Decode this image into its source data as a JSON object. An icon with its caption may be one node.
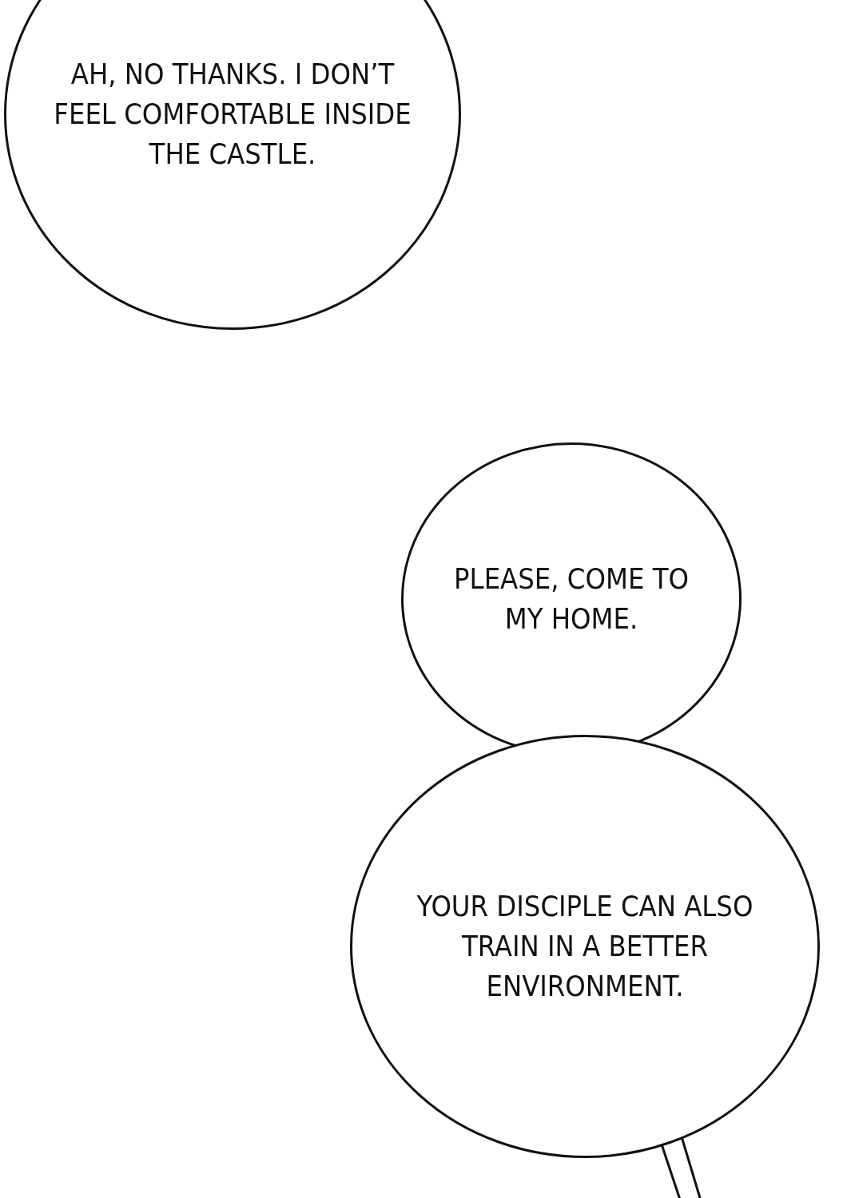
{
  "diagram": {
    "nodes": [
      {
        "text": [
          "AH, NO THANKS. I DON’T FEEL COMFORTABLE INSIDE THE CASTLE."
        ]
      },
      {
        "text": [
          "PLEASE, COME TO MY HOME."
        ]
      },
      {
        "text": [
          "YOUR DISCIPLE CAN ALSO TRAIN IN A BETTER ENVIRONMENT."
        ]
      }
    ]
  }
}
